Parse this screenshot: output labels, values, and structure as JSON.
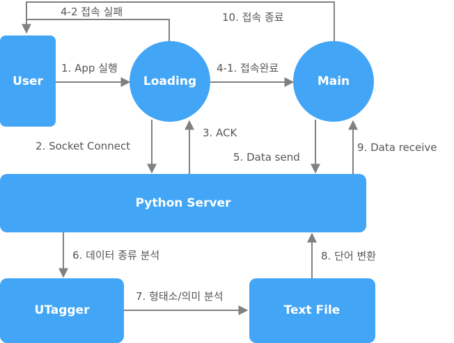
{
  "colors": {
    "node_fill": "#42A5F5",
    "edge_stroke": "#808080",
    "label_text": "#555555"
  },
  "nodes": {
    "user": "User",
    "loading": "Loading",
    "main": "Main",
    "python_server": "Python Server",
    "utagger": "UTagger",
    "text_file": "Text File"
  },
  "edges": {
    "app_run": "1. App 실행",
    "socket_connect": "2. Socket Connect",
    "ack": "3. ACK",
    "connect_done": "4-1. 접속완료",
    "connect_fail": "4-2 접속 실패",
    "data_send": "5. Data send",
    "data_type_analysis": "6. 데이터 종류 분석",
    "morpheme_analysis": "7. 형태소/의미 분석",
    "word_convert": "8. 단어 변환",
    "data_receive": "9. Data receive",
    "connect_end": "10. 접속 종료"
  }
}
